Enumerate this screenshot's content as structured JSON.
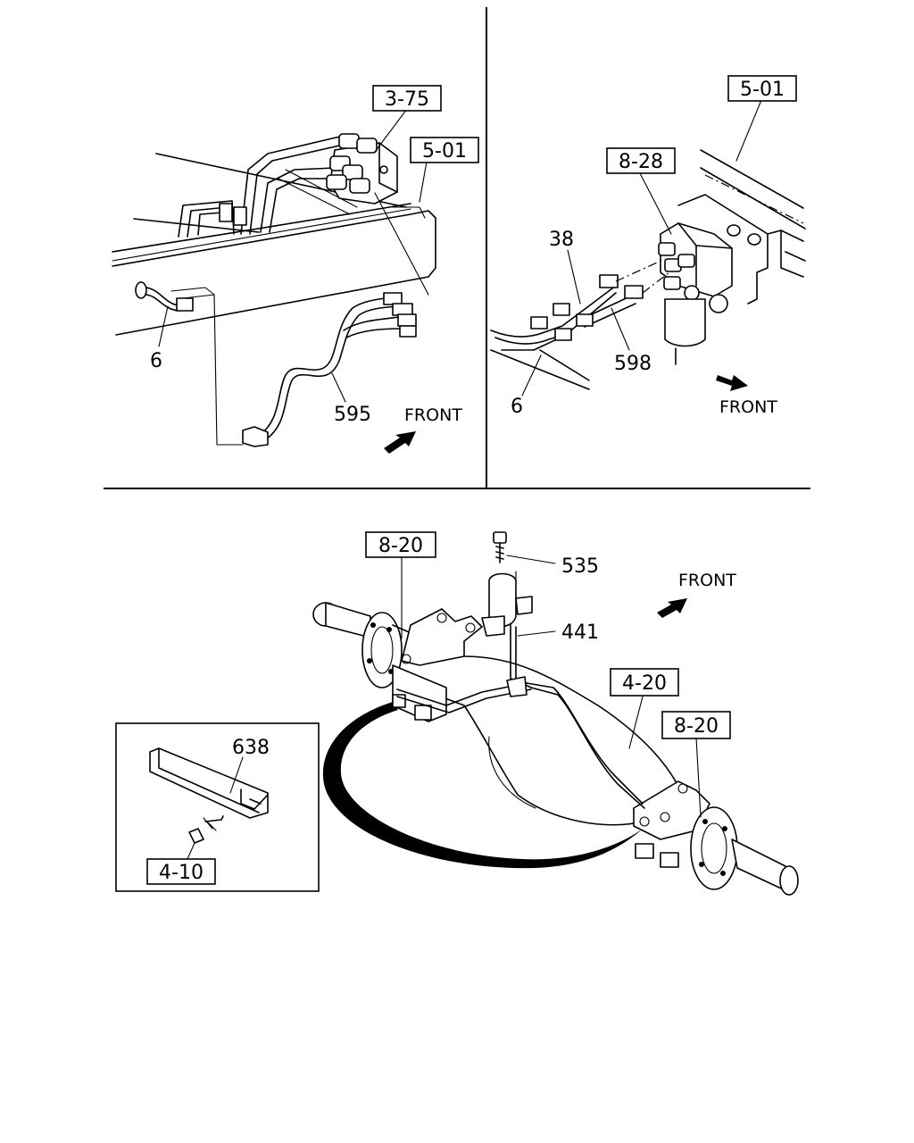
{
  "panels": {
    "top_left": {
      "refs": {
        "r1": "3-75",
        "r2": "5-01"
      },
      "parts": {
        "p1": "6",
        "p2": "595"
      },
      "front": "FRONT"
    },
    "top_right": {
      "refs": {
        "r1": "5-01",
        "r2": "8-28"
      },
      "parts": {
        "p1": "38",
        "p2": "598",
        "p3": "6"
      },
      "front": "FRONT"
    },
    "bottom": {
      "refs": {
        "r1": "8-20",
        "r2": "4-20",
        "r3": "8-20"
      },
      "parts": {
        "p1": "535",
        "p2": "441"
      },
      "front": "FRONT"
    },
    "inset": {
      "refs": {
        "r1": "4-10"
      },
      "parts": {
        "p1": "638"
      }
    }
  }
}
